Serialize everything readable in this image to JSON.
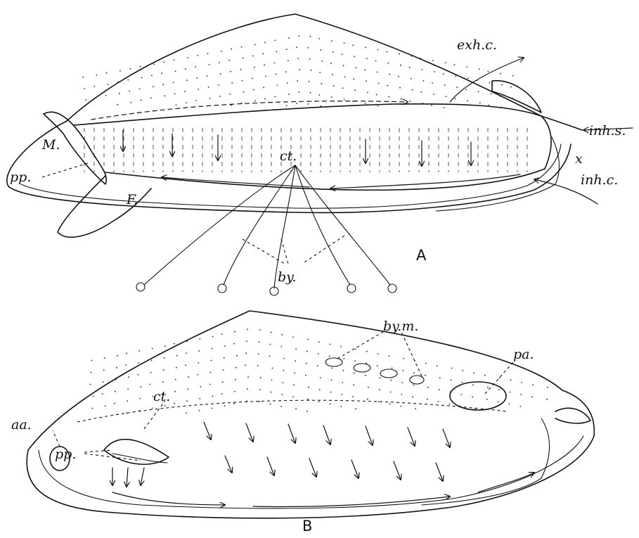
{
  "labels": {
    "exh_c": "exh.c.",
    "inh_s": "inh.s.",
    "x": "x",
    "inh_c": "inh.c.",
    "m": "M.",
    "pp_a": "pp.",
    "f": "F.",
    "ct_a": "ct.",
    "by": "by.",
    "panel_a": "A",
    "by_m": "by.m.",
    "pa": "pa.",
    "ct_b": "ct.",
    "aa": "aa.",
    "pp_b": "pp.",
    "panel_b": "B"
  },
  "colors": {
    "ink": "#111111",
    "paper": "#ffffff"
  }
}
